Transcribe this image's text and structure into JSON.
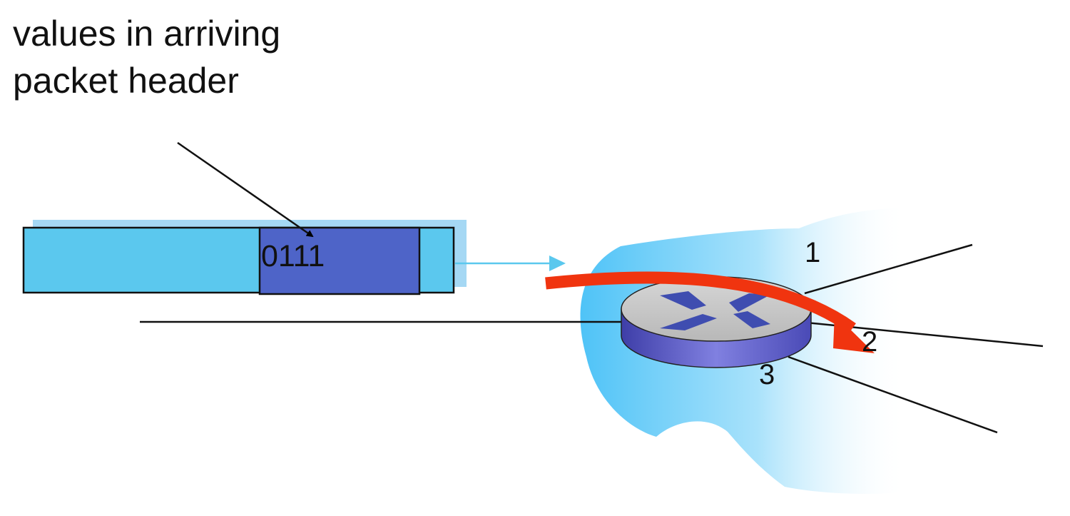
{
  "diagram": {
    "caption": {
      "line1": "values in arriving",
      "line2": "packet header"
    },
    "header_value": "0111",
    "port_labels": {
      "port1": "1",
      "port2": "2",
      "port3": "3"
    },
    "colors": {
      "packet_body": "#5BC8EE",
      "header_field": "#4E64C8",
      "network_cloud": "#4FC3F7",
      "forward_arrow": "#F0340F",
      "router_top": "#C9C9C9",
      "router_side": "#5E5EC8",
      "router_cross": "#3F4DB0"
    }
  }
}
